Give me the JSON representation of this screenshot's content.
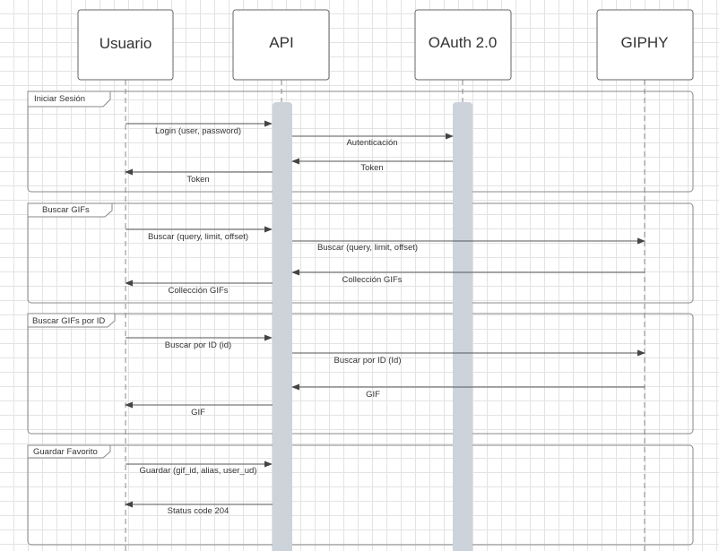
{
  "participants": [
    {
      "id": "usuario",
      "name": "Usuario"
    },
    {
      "id": "api",
      "name": "API"
    },
    {
      "id": "oauth",
      "name": "OAuth 2.0"
    },
    {
      "id": "giphy",
      "name": "GIPHY"
    }
  ],
  "frames": [
    {
      "label": "Iniciar Sesión",
      "messages": [
        {
          "from": "usuario",
          "to": "api",
          "label": "Login (user, password)"
        },
        {
          "from": "api",
          "to": "oauth",
          "label": "Autenticación"
        },
        {
          "from": "oauth",
          "to": "api",
          "label": "Token"
        },
        {
          "from": "api",
          "to": "usuario",
          "label": "Token"
        }
      ]
    },
    {
      "label": "Buscar GIFs",
      "messages": [
        {
          "from": "usuario",
          "to": "api",
          "label": "Buscar (query, limit, offset)"
        },
        {
          "from": "api",
          "to": "giphy",
          "label": "Buscar (query, limit, offset)"
        },
        {
          "from": "giphy",
          "to": "api",
          "label": "Collección GIFs"
        },
        {
          "from": "api",
          "to": "usuario",
          "label": "Collección GIFs"
        }
      ]
    },
    {
      "label": "Buscar GIFs por ID",
      "messages": [
        {
          "from": "usuario",
          "to": "api",
          "label": "Buscar por ID (id)"
        },
        {
          "from": "api",
          "to": "giphy",
          "label": "Buscar por ID (Id)"
        },
        {
          "from": "giphy",
          "to": "api",
          "label": "GIF"
        },
        {
          "from": "api",
          "to": "usuario",
          "label": "GIF"
        }
      ]
    },
    {
      "label": "Guardar Favorito",
      "messages": [
        {
          "from": "usuario",
          "to": "api",
          "label": "Guardar (gif_id, alias, user_ud)"
        },
        {
          "from": "api",
          "to": "usuario",
          "label": "Status code 204"
        }
      ]
    }
  ],
  "colors": {
    "line": "#555555",
    "activation": "#cdd3da",
    "box_border": "#666666",
    "frame_border": "#888888",
    "text": "#333333"
  }
}
